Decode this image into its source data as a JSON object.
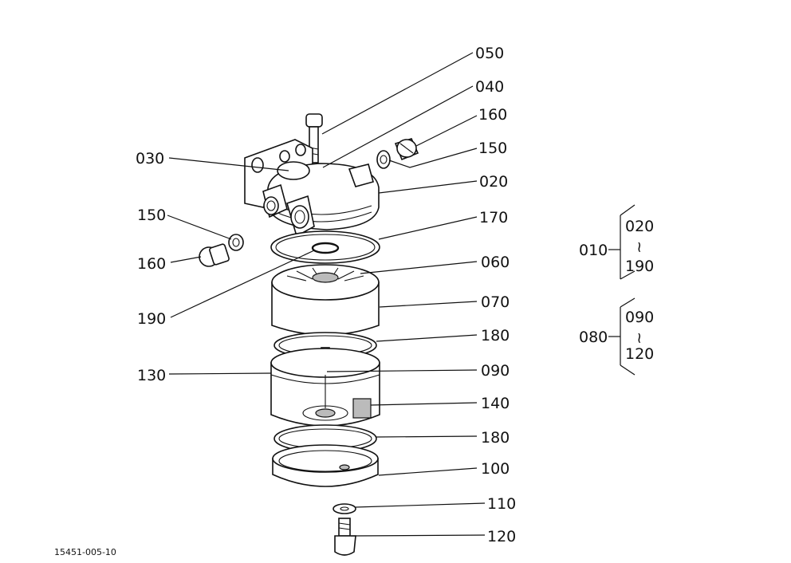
{
  "figure_number": "15451-005-10",
  "labels": {
    "p050": "050",
    "p040": "040",
    "p160a": "160",
    "p150a": "150",
    "p030": "030",
    "p020": "020",
    "p150b": "150",
    "p170": "170",
    "p160b": "160",
    "p060": "060",
    "p190": "190",
    "p070": "070",
    "p180a": "180",
    "p130": "130",
    "p090": "090",
    "p140": "140",
    "p180b": "180",
    "p100": "100",
    "p110": "110",
    "p120": "120"
  },
  "groups": [
    {
      "assembly": "010",
      "from": "020",
      "tilde": "~",
      "to": "190"
    },
    {
      "assembly": "080",
      "from": "090",
      "tilde": "~",
      "to": "120"
    }
  ]
}
